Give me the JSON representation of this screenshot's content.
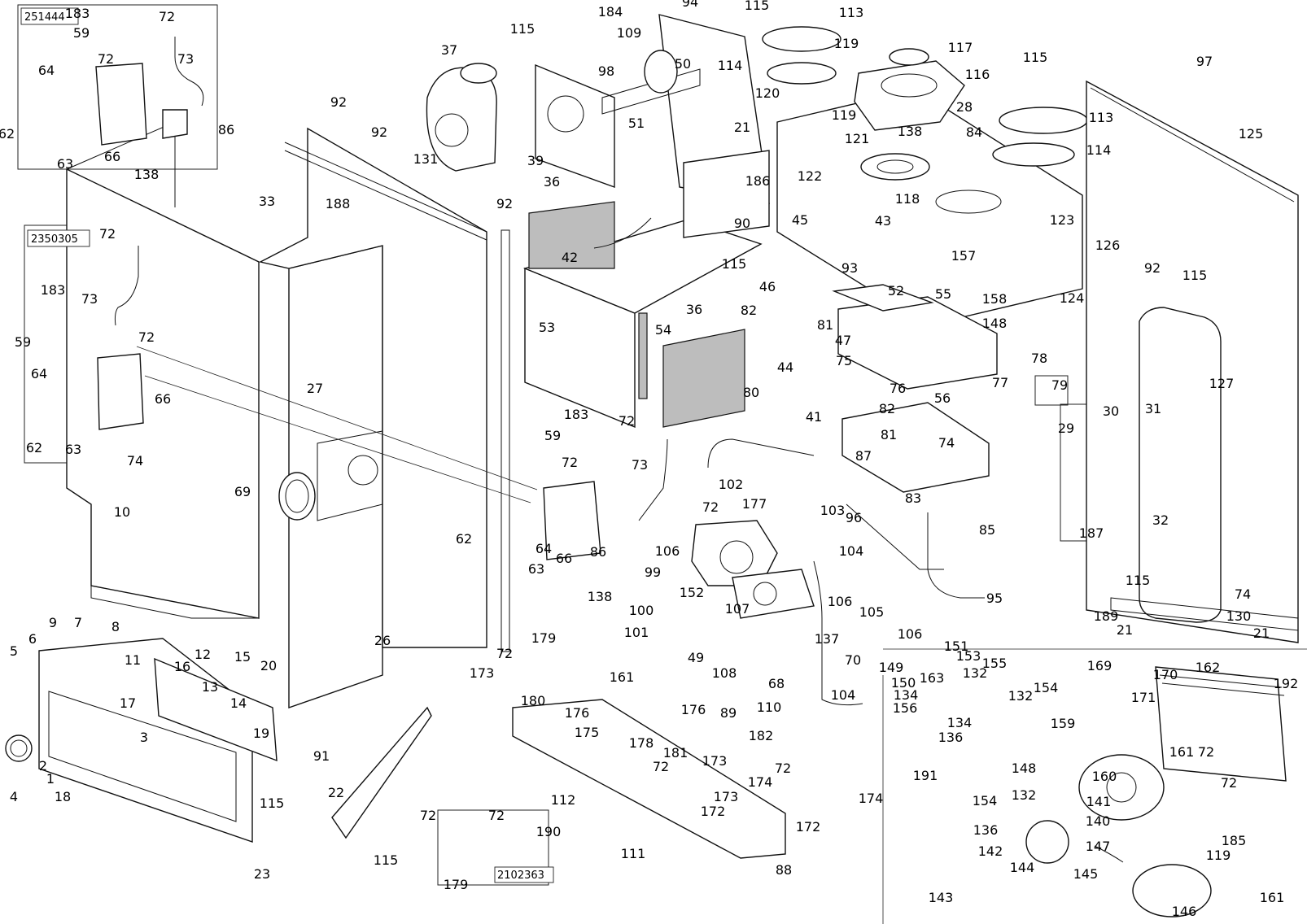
{
  "callouts": [
    {
      "n": "183"
    },
    {
      "n": "72"
    },
    {
      "n": "59"
    },
    {
      "n": "72"
    },
    {
      "n": "73"
    },
    {
      "n": "64"
    },
    {
      "n": "86"
    },
    {
      "n": "62"
    },
    {
      "n": "66"
    },
    {
      "n": "138"
    },
    {
      "n": "63"
    },
    {
      "n": "72"
    },
    {
      "n": "183"
    },
    {
      "n": "73"
    },
    {
      "n": "59"
    },
    {
      "n": "72"
    },
    {
      "n": "64"
    },
    {
      "n": "66"
    },
    {
      "n": "62"
    },
    {
      "n": "63"
    },
    {
      "n": "74"
    },
    {
      "n": "10"
    },
    {
      "n": "69"
    },
    {
      "n": "27"
    },
    {
      "n": "33"
    },
    {
      "n": "188"
    },
    {
      "n": "92"
    },
    {
      "n": "92"
    },
    {
      "n": "92"
    },
    {
      "n": "26"
    },
    {
      "n": "37"
    },
    {
      "n": "131"
    },
    {
      "n": "115"
    },
    {
      "n": "184"
    },
    {
      "n": "109"
    },
    {
      "n": "98"
    },
    {
      "n": "94"
    },
    {
      "n": "50"
    },
    {
      "n": "51"
    },
    {
      "n": "39"
    },
    {
      "n": "36"
    },
    {
      "n": "42"
    },
    {
      "n": "53"
    },
    {
      "n": "54"
    },
    {
      "n": "36"
    },
    {
      "n": "21"
    },
    {
      "n": "186"
    },
    {
      "n": "90"
    },
    {
      "n": "115"
    },
    {
      "n": "115"
    },
    {
      "n": "113"
    },
    {
      "n": "114"
    },
    {
      "n": "119"
    },
    {
      "n": "120"
    },
    {
      "n": "119"
    },
    {
      "n": "121"
    },
    {
      "n": "117"
    },
    {
      "n": "116"
    },
    {
      "n": "28"
    },
    {
      "n": "138"
    },
    {
      "n": "118"
    },
    {
      "n": "84"
    },
    {
      "n": "122"
    },
    {
      "n": "43"
    },
    {
      "n": "45"
    },
    {
      "n": "93"
    },
    {
      "n": "46"
    },
    {
      "n": "52"
    },
    {
      "n": "55"
    },
    {
      "n": "157"
    },
    {
      "n": "115"
    },
    {
      "n": "113"
    },
    {
      "n": "114"
    },
    {
      "n": "97"
    },
    {
      "n": "125"
    },
    {
      "n": "123"
    },
    {
      "n": "124"
    },
    {
      "n": "126"
    },
    {
      "n": "92"
    },
    {
      "n": "115"
    },
    {
      "n": "158"
    },
    {
      "n": "148"
    },
    {
      "n": "127"
    },
    {
      "n": "82"
    },
    {
      "n": "81"
    },
    {
      "n": "47"
    },
    {
      "n": "44"
    },
    {
      "n": "75"
    },
    {
      "n": "76"
    },
    {
      "n": "78"
    },
    {
      "n": "79"
    },
    {
      "n": "80"
    },
    {
      "n": "41"
    },
    {
      "n": "82"
    },
    {
      "n": "81"
    },
    {
      "n": "56"
    },
    {
      "n": "77"
    },
    {
      "n": "74"
    },
    {
      "n": "29"
    },
    {
      "n": "30"
    },
    {
      "n": "31"
    },
    {
      "n": "32"
    },
    {
      "n": "187"
    },
    {
      "n": "87"
    },
    {
      "n": "83"
    },
    {
      "n": "85"
    },
    {
      "n": "103"
    },
    {
      "n": "96"
    },
    {
      "n": "104"
    },
    {
      "n": "95"
    },
    {
      "n": "183"
    },
    {
      "n": "59"
    },
    {
      "n": "72"
    },
    {
      "n": "73"
    },
    {
      "n": "72"
    },
    {
      "n": "102"
    },
    {
      "n": "62"
    },
    {
      "n": "64"
    },
    {
      "n": "66"
    },
    {
      "n": "86"
    },
    {
      "n": "63"
    },
    {
      "n": "99"
    },
    {
      "n": "138"
    },
    {
      "n": "72"
    },
    {
      "n": "177"
    },
    {
      "n": "106"
    },
    {
      "n": "152"
    },
    {
      "n": "107"
    },
    {
      "n": "106"
    },
    {
      "n": "105"
    },
    {
      "n": "137"
    },
    {
      "n": "106"
    },
    {
      "n": "100"
    },
    {
      "n": "101"
    },
    {
      "n": "49"
    },
    {
      "n": "70"
    },
    {
      "n": "151"
    },
    {
      "n": "149"
    },
    {
      "n": "108"
    },
    {
      "n": "68"
    },
    {
      "n": "163"
    },
    {
      "n": "104"
    },
    {
      "n": "110"
    },
    {
      "n": "89"
    },
    {
      "n": "182"
    },
    {
      "n": "72"
    },
    {
      "n": "179"
    },
    {
      "n": "173"
    },
    {
      "n": "180"
    },
    {
      "n": "161"
    },
    {
      "n": "176"
    },
    {
      "n": "176"
    },
    {
      "n": "175"
    },
    {
      "n": "178"
    },
    {
      "n": "181"
    },
    {
      "n": "72"
    },
    {
      "n": "173"
    },
    {
      "n": "174"
    },
    {
      "n": "72"
    },
    {
      "n": "172"
    },
    {
      "n": "173"
    },
    {
      "n": "174"
    },
    {
      "n": "172"
    },
    {
      "n": "112"
    },
    {
      "n": "111"
    },
    {
      "n": "88"
    },
    {
      "n": "72"
    },
    {
      "n": "72"
    },
    {
      "n": "190"
    },
    {
      "n": "179"
    },
    {
      "n": "21"
    },
    {
      "n": "189"
    },
    {
      "n": "115"
    },
    {
      "n": "74"
    },
    {
      "n": "130"
    },
    {
      "n": "21"
    },
    {
      "n": "150"
    },
    {
      "n": "153"
    },
    {
      "n": "134"
    },
    {
      "n": "156"
    },
    {
      "n": "132"
    },
    {
      "n": "155"
    },
    {
      "n": "134"
    },
    {
      "n": "136"
    },
    {
      "n": "132"
    },
    {
      "n": "154"
    },
    {
      "n": "169"
    },
    {
      "n": "170"
    },
    {
      "n": "162"
    },
    {
      "n": "192"
    },
    {
      "n": "171"
    },
    {
      "n": "159"
    },
    {
      "n": "161"
    },
    {
      "n": "72"
    },
    {
      "n": "72"
    },
    {
      "n": "191"
    },
    {
      "n": "148"
    },
    {
      "n": "160"
    },
    {
      "n": "154"
    },
    {
      "n": "132"
    },
    {
      "n": "141"
    },
    {
      "n": "136"
    },
    {
      "n": "140"
    },
    {
      "n": "142"
    },
    {
      "n": "147"
    },
    {
      "n": "144"
    },
    {
      "n": "145"
    },
    {
      "n": "119"
    },
    {
      "n": "185"
    },
    {
      "n": "143"
    },
    {
      "n": "146"
    },
    {
      "n": "161"
    },
    {
      "n": "9"
    },
    {
      "n": "7"
    },
    {
      "n": "8"
    },
    {
      "n": "6"
    },
    {
      "n": "5"
    },
    {
      "n": "12"
    },
    {
      "n": "11"
    },
    {
      "n": "16"
    },
    {
      "n": "15"
    },
    {
      "n": "13"
    },
    {
      "n": "14"
    },
    {
      "n": "17"
    },
    {
      "n": "19"
    },
    {
      "n": "20"
    },
    {
      "n": "91"
    },
    {
      "n": "3"
    },
    {
      "n": "2"
    },
    {
      "n": "1"
    },
    {
      "n": "4"
    },
    {
      "n": "18"
    },
    {
      "n": "22"
    },
    {
      "n": "115"
    },
    {
      "n": "115"
    },
    {
      "n": "23"
    }
  ],
  "codes": [
    "251444",
    "2350305",
    "2102363"
  ]
}
